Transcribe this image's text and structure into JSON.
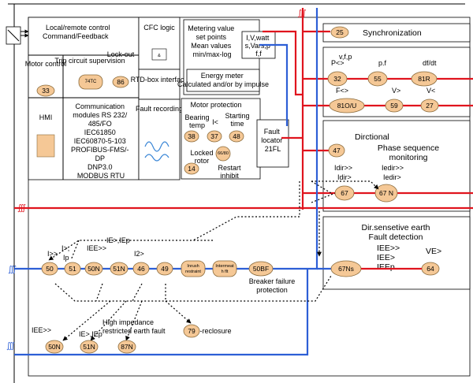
{
  "colors": {
    "phase_line": "#e0141e",
    "current_line": "#2d5fd6",
    "function_node": "#f5c896"
  },
  "control": {
    "local_remote": "Local/remote control",
    "command_feedback": "Command/Feedback",
    "motor_control": "Motor control",
    "trip_supervision": "Trip circuit supervision",
    "lockout": "Lock-out",
    "cfc_logic": "CFC logic",
    "rtd_box": "RTD-box interface",
    "hmi": "HMI",
    "communication": [
      "Communication",
      "modules RS 232/",
      "485/FO",
      "IEC61850",
      "IEC60870-5-103",
      "PROFIBUS-FMS/-",
      "DP",
      "DNP3.0",
      "MODBUS RTU"
    ],
    "fault_recording": "Fault recording"
  },
  "metering": {
    "lines": [
      "Metering value",
      "set points",
      "Mean values",
      "min/max-log"
    ],
    "quantities": [
      "I,V,watt",
      "s,Vars,p",
      "f,f"
    ],
    "energy_meter": [
      "Energy meter",
      "Calculated and/or by impulse"
    ]
  },
  "motor_protection": {
    "title": "Motor protection",
    "bearing_temp": [
      "Bearing",
      "temp"
    ],
    "i_less": "I<",
    "starting_time": [
      "Starting",
      "time"
    ],
    "locked_rotor": [
      "Locked",
      "rotor"
    ],
    "restart_inhibit": [
      "Restart",
      "inhibit"
    ],
    "fault_locator": [
      "Fault",
      "locator",
      "21FL"
    ]
  },
  "voltage_group": {
    "labels": [
      "v,f,p",
      "P<>",
      "p.f",
      "df/dt",
      "F<>",
      "V>",
      "V<"
    ]
  },
  "directional": {
    "title": "Dirctional",
    "phase_seq": [
      "Phase sequence",
      "monitoring"
    ],
    "labels": [
      "Idir>>",
      "Idir>",
      "Iedir>>",
      "Iedir>"
    ]
  },
  "earth_fault": {
    "title": [
      "Dir.sensetive earth",
      "Fault detection"
    ],
    "labels": [
      "IEE>>",
      "IEE>",
      "IEEp",
      "VE>"
    ]
  },
  "overcurrent_labels": {
    "i_gg": "I>>",
    "i_g_ip": [
      "I>,",
      "Ip"
    ],
    "iee_gg": "IEE>>",
    "ie_iep": "IE>,IEp",
    "i2": "I2>",
    "bf": [
      "Breaker failure",
      "protection"
    ],
    "inrush": [
      "Inrush",
      "restraint"
    ],
    "intermit": [
      "Intermeat",
      "h flt"
    ]
  },
  "bottom_labels": {
    "iee_gg": "IEE>>",
    "ie_iep": "IE>,IEp",
    "high_imp": [
      "High impedance",
      "restricted earth fault"
    ],
    "auto_reclosure": "Auto-reclosure"
  },
  "function_codes": {
    "sync": "25",
    "n32": "32",
    "n55": "55",
    "n81r": "81R",
    "n81ou": "81O/U",
    "n59": "59",
    "n27": "27",
    "n47": "47",
    "n67": "67",
    "n67n": "67 N",
    "n67ns": "67Ns",
    "n64": "64",
    "n50": "50",
    "n51": "51",
    "n50n": "50N",
    "n51n": "51N",
    "n46": "46",
    "n49": "49",
    "n50bf": "50BF",
    "b50n": "50N",
    "b51n": "51N",
    "b87n": "87N",
    "b79": "79",
    "n33": "33",
    "n86": "86",
    "n74tc": "74TC",
    "n38": "38",
    "n37": "37",
    "n48": "48",
    "n6680": "66/80",
    "n14": "14"
  },
  "synchronization": "Synchronization"
}
